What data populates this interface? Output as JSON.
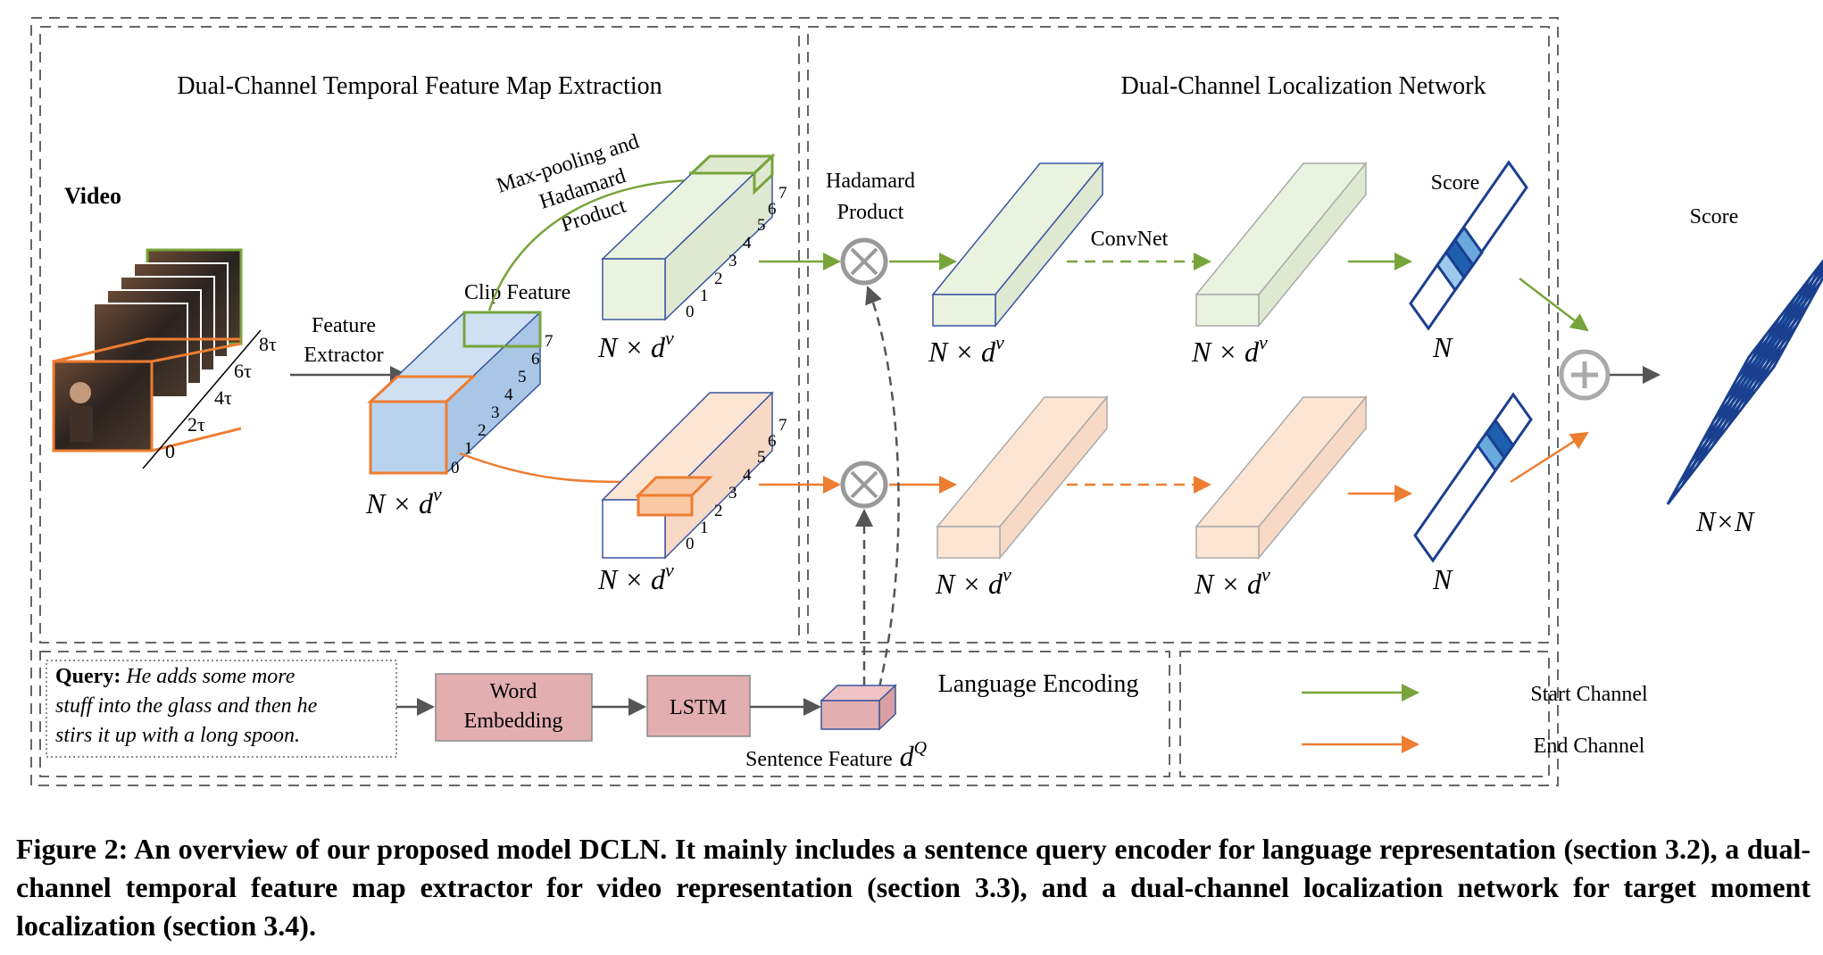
{
  "sections": {
    "extraction_title": "Dual-Channel Temporal Feature Map Extraction",
    "localization_title": "Dual-Channel Localization Network",
    "language_title": "Language Encoding"
  },
  "video": {
    "label": "Video",
    "time_ticks": [
      "0",
      "2τ",
      "4τ",
      "6τ",
      "8τ"
    ]
  },
  "labels": {
    "feature_extractor_1": "Feature",
    "feature_extractor_2": "Extractor",
    "clip_feature": "Clip Feature",
    "maxpool_1": "Max-pooling and",
    "maxpool_2": "Hadamard",
    "maxpool_3": "Product",
    "hadamard_1": "Hadamard",
    "hadamard_2": "Product",
    "convnet": "ConvNet",
    "score": "Score",
    "score_map": "Score",
    "n": "N",
    "nxn": "N×N",
    "n_dv": "N × d",
    "dv_sup": "ν",
    "index_ticks": [
      "0",
      "1",
      "2",
      "3",
      "4",
      "5",
      "6",
      "7"
    ]
  },
  "query": {
    "bold": "Query:",
    "line1": " He adds some more",
    "line2": "stuff into the glass and then he",
    "line3": "stirs it up with a long spoon."
  },
  "language": {
    "word_embedding_1": "Word",
    "word_embedding_2": "Embedding",
    "lstm": "LSTM",
    "sentence_feature": "Sentence Feature",
    "dq": "d",
    "dq_sup": "Q"
  },
  "legend": {
    "start": "Start Channel",
    "end": "End Channel"
  },
  "colors": {
    "start": "#78a43c",
    "end": "#ed7d31",
    "blue_line": "#3a56a0",
    "green_fill": "#eaf3df",
    "orange_fill": "#fde5d3",
    "clip_fill": "#b9d3ee",
    "lang_fill": "#e3aeb0"
  },
  "caption": "Figure 2: An overview of our proposed model DCLN. It mainly includes a sentence query encoder for language representation (section 3.2), a dual-channel temporal feature map extractor for video representation (section 3.3), and a dual-channel localization network for target moment localization (section 3.4)."
}
